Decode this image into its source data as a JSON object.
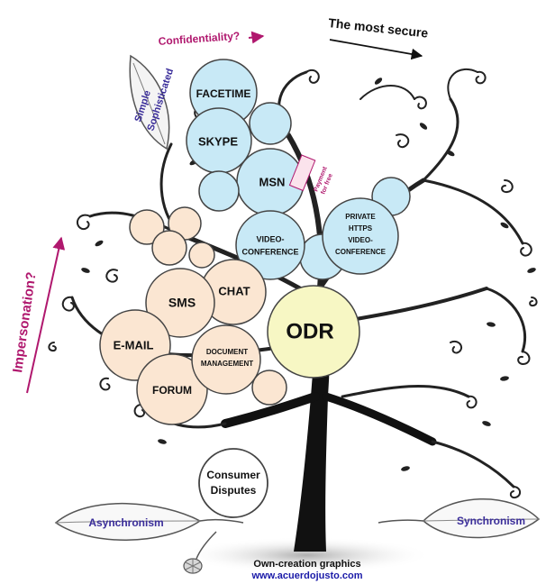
{
  "header": {
    "confidentiality": "Confidentiality?",
    "most_secure": "The most secure"
  },
  "side_labels": {
    "impersonation": "Impersonation?",
    "simple": "Simple",
    "sophisticated": "Sophisticated",
    "payment_line1": "Payment",
    "payment_line2": "for free"
  },
  "bubbles": {
    "facetime": "FACETIME",
    "skype": "SKYPE",
    "msn": "MSN",
    "videoconference_1": "VIDEO-",
    "videoconference_2": "CONFERENCE",
    "private_1": "PRIVATE",
    "private_2": "HTTPS",
    "private_3": "VIDEO-",
    "private_4": "CONFERENCE",
    "chat": "CHAT",
    "sms": "SMS",
    "email": "E-MAIL",
    "forum": "FORUM",
    "docmgmt_1": "DOCUMENT",
    "docmgmt_2": "MANAGEMENT",
    "odr": "ODR",
    "consumer_1": "Consumer",
    "consumer_2": "Disputes"
  },
  "leaves": {
    "asynchronism": "Asynchronism",
    "synchronism": "Synchronism"
  },
  "footer": {
    "credit": "Own-creation graphics",
    "url": "www.acuerdojusto.com"
  },
  "colors": {
    "blue_bubble": "#c8e9f6",
    "peach_bubble": "#fbe6d2",
    "yellow_bubble": "#f7f7c4",
    "magenta": "#b0186e",
    "link_blue": "#1a1aa8"
  }
}
